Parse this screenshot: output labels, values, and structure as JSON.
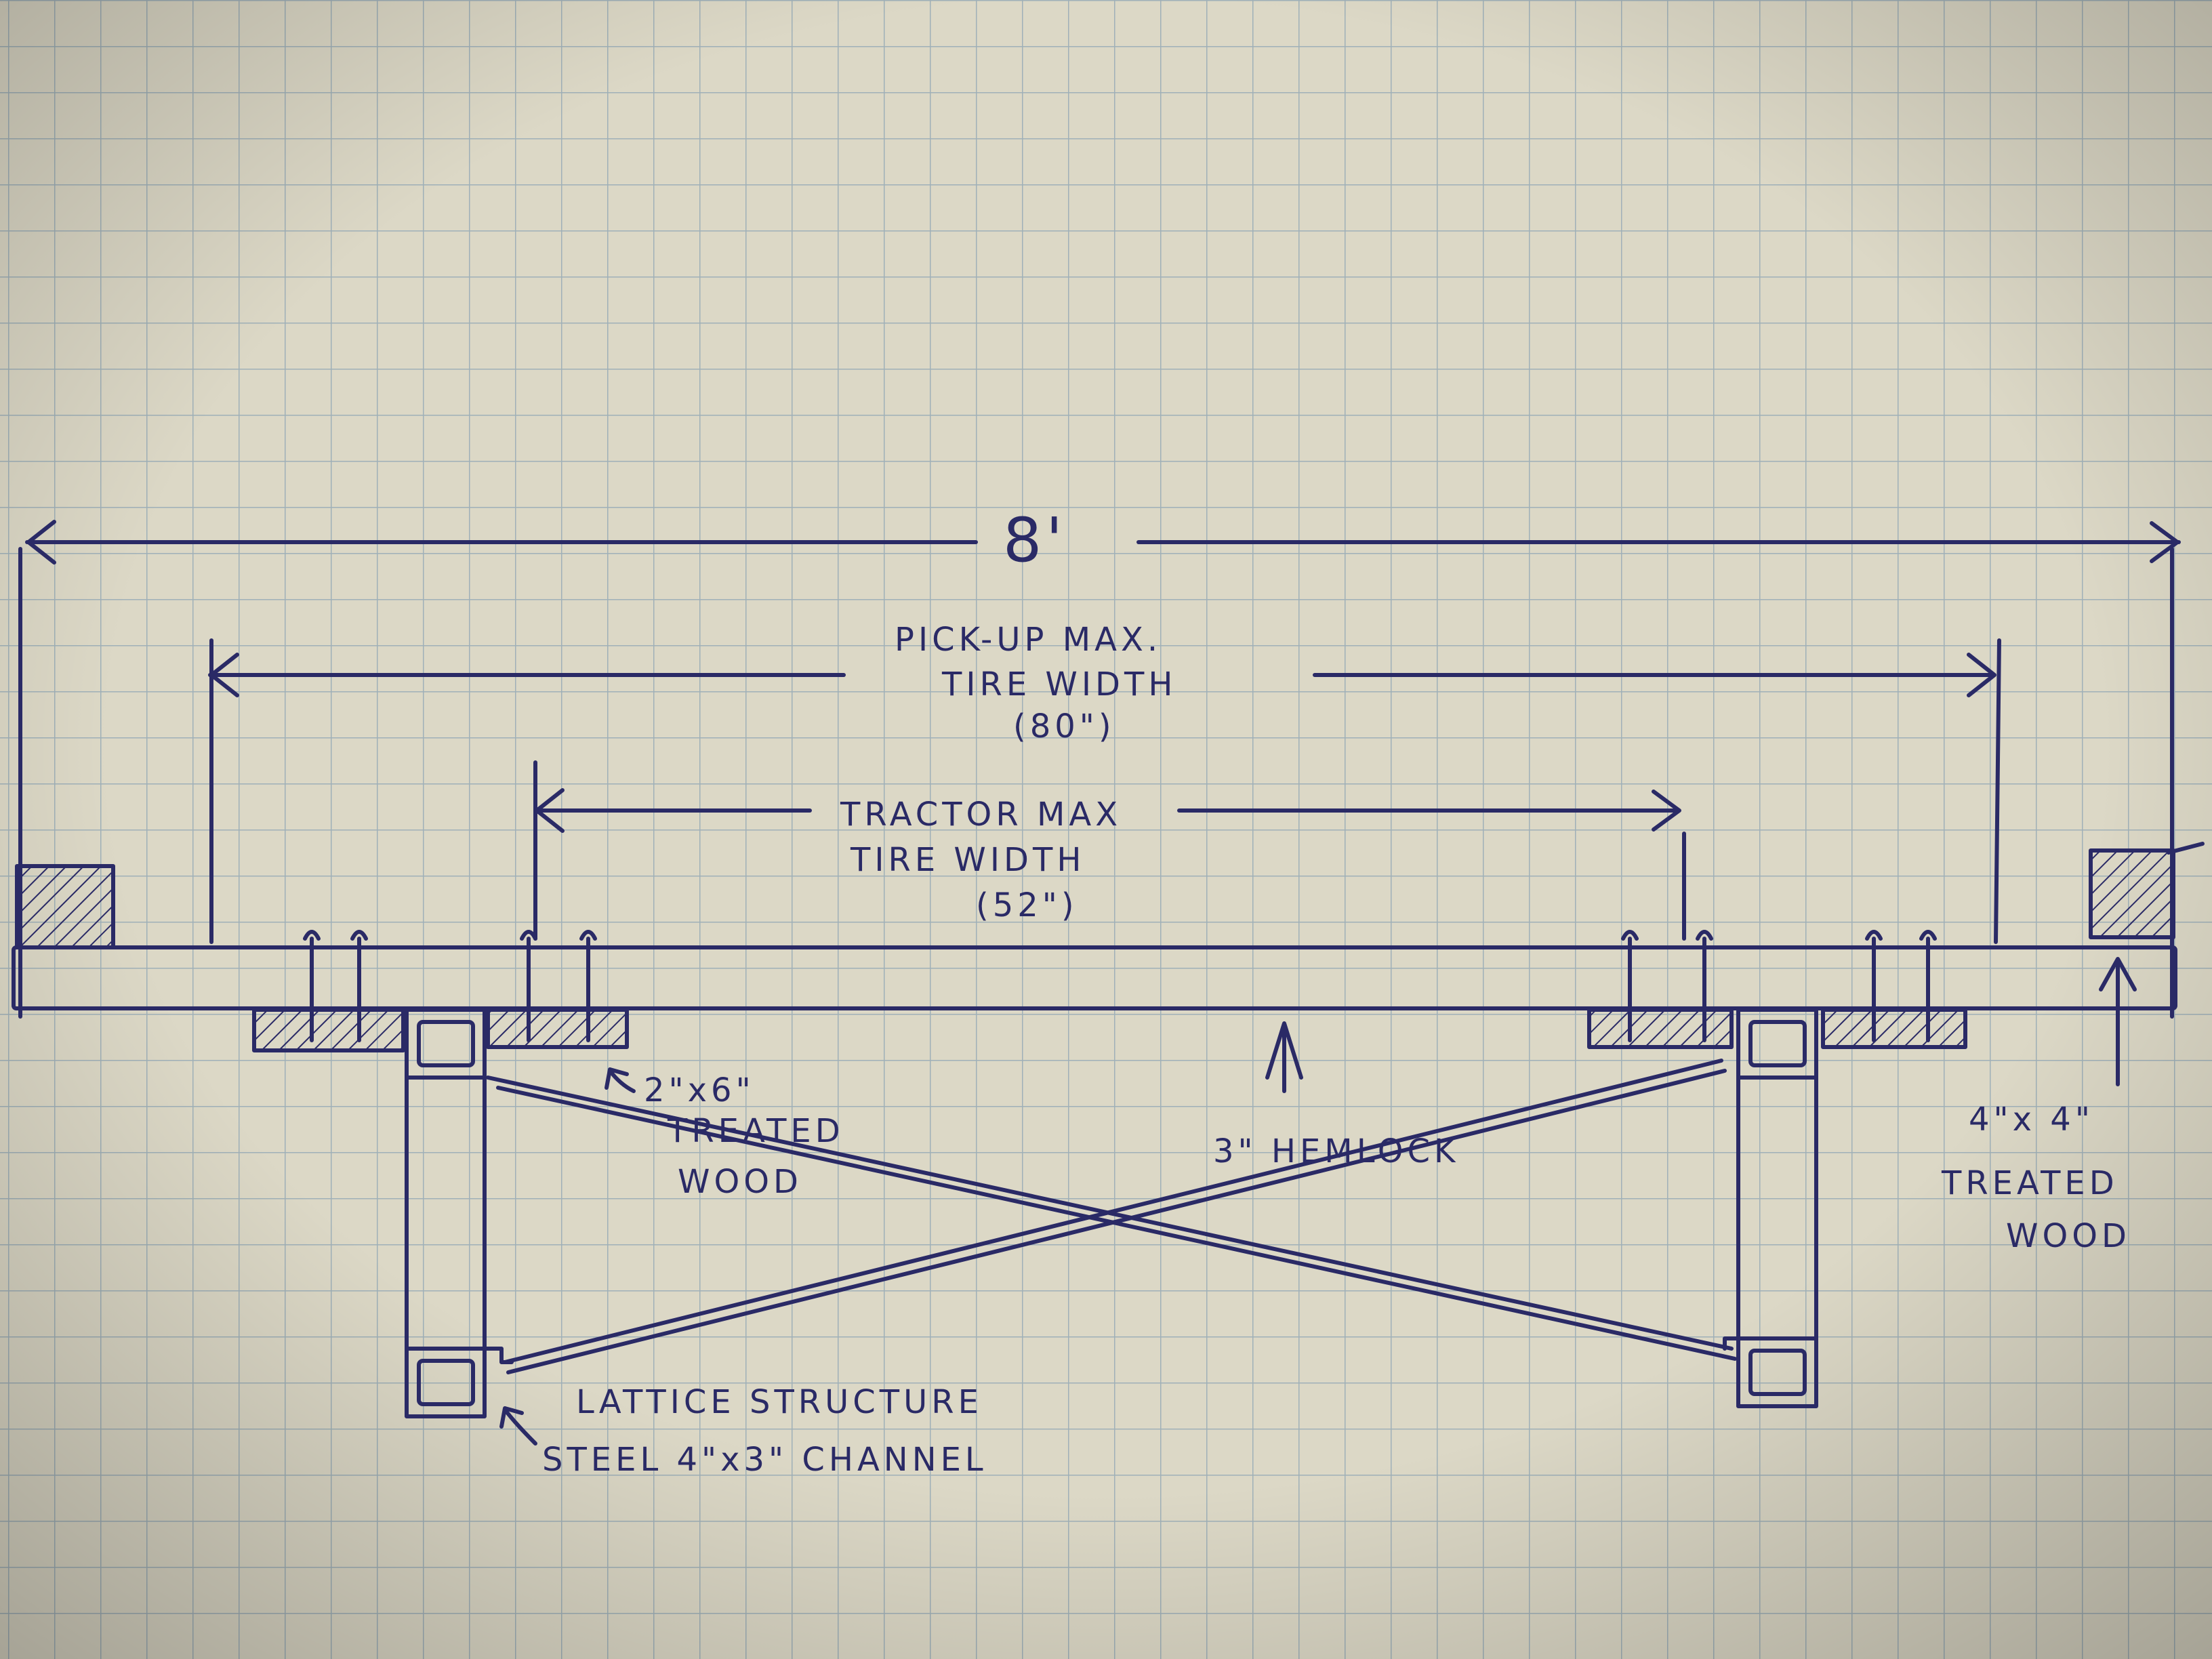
{
  "colors": {
    "paper": "#dcd8c6",
    "grid": "#9fb0b8",
    "ink": "#2a2a66"
  },
  "labels": {
    "overall_width": "8'",
    "pickup_line1": "PICK-UP MAX.",
    "pickup_line2": "TIRE WIDTH",
    "pickup_line3": "(80\")",
    "tractor_line1": "TRACTOR MAX",
    "tractor_line2": "TIRE WIDTH",
    "tractor_line3": "(52\")",
    "hemlock": "3\" HEMLOCK",
    "wood2x6_line1": "2\"x6\"",
    "wood2x6_line2": "TREATED",
    "wood2x6_line3": "WOOD",
    "wood4x4_line1": "4\"x 4\"",
    "wood4x4_line2": "TREATED",
    "wood4x4_line3": "WOOD",
    "lattice_line1": "LATTICE STRUCTURE",
    "lattice_line2": "STEEL 4\"x3\" CHANNEL"
  }
}
